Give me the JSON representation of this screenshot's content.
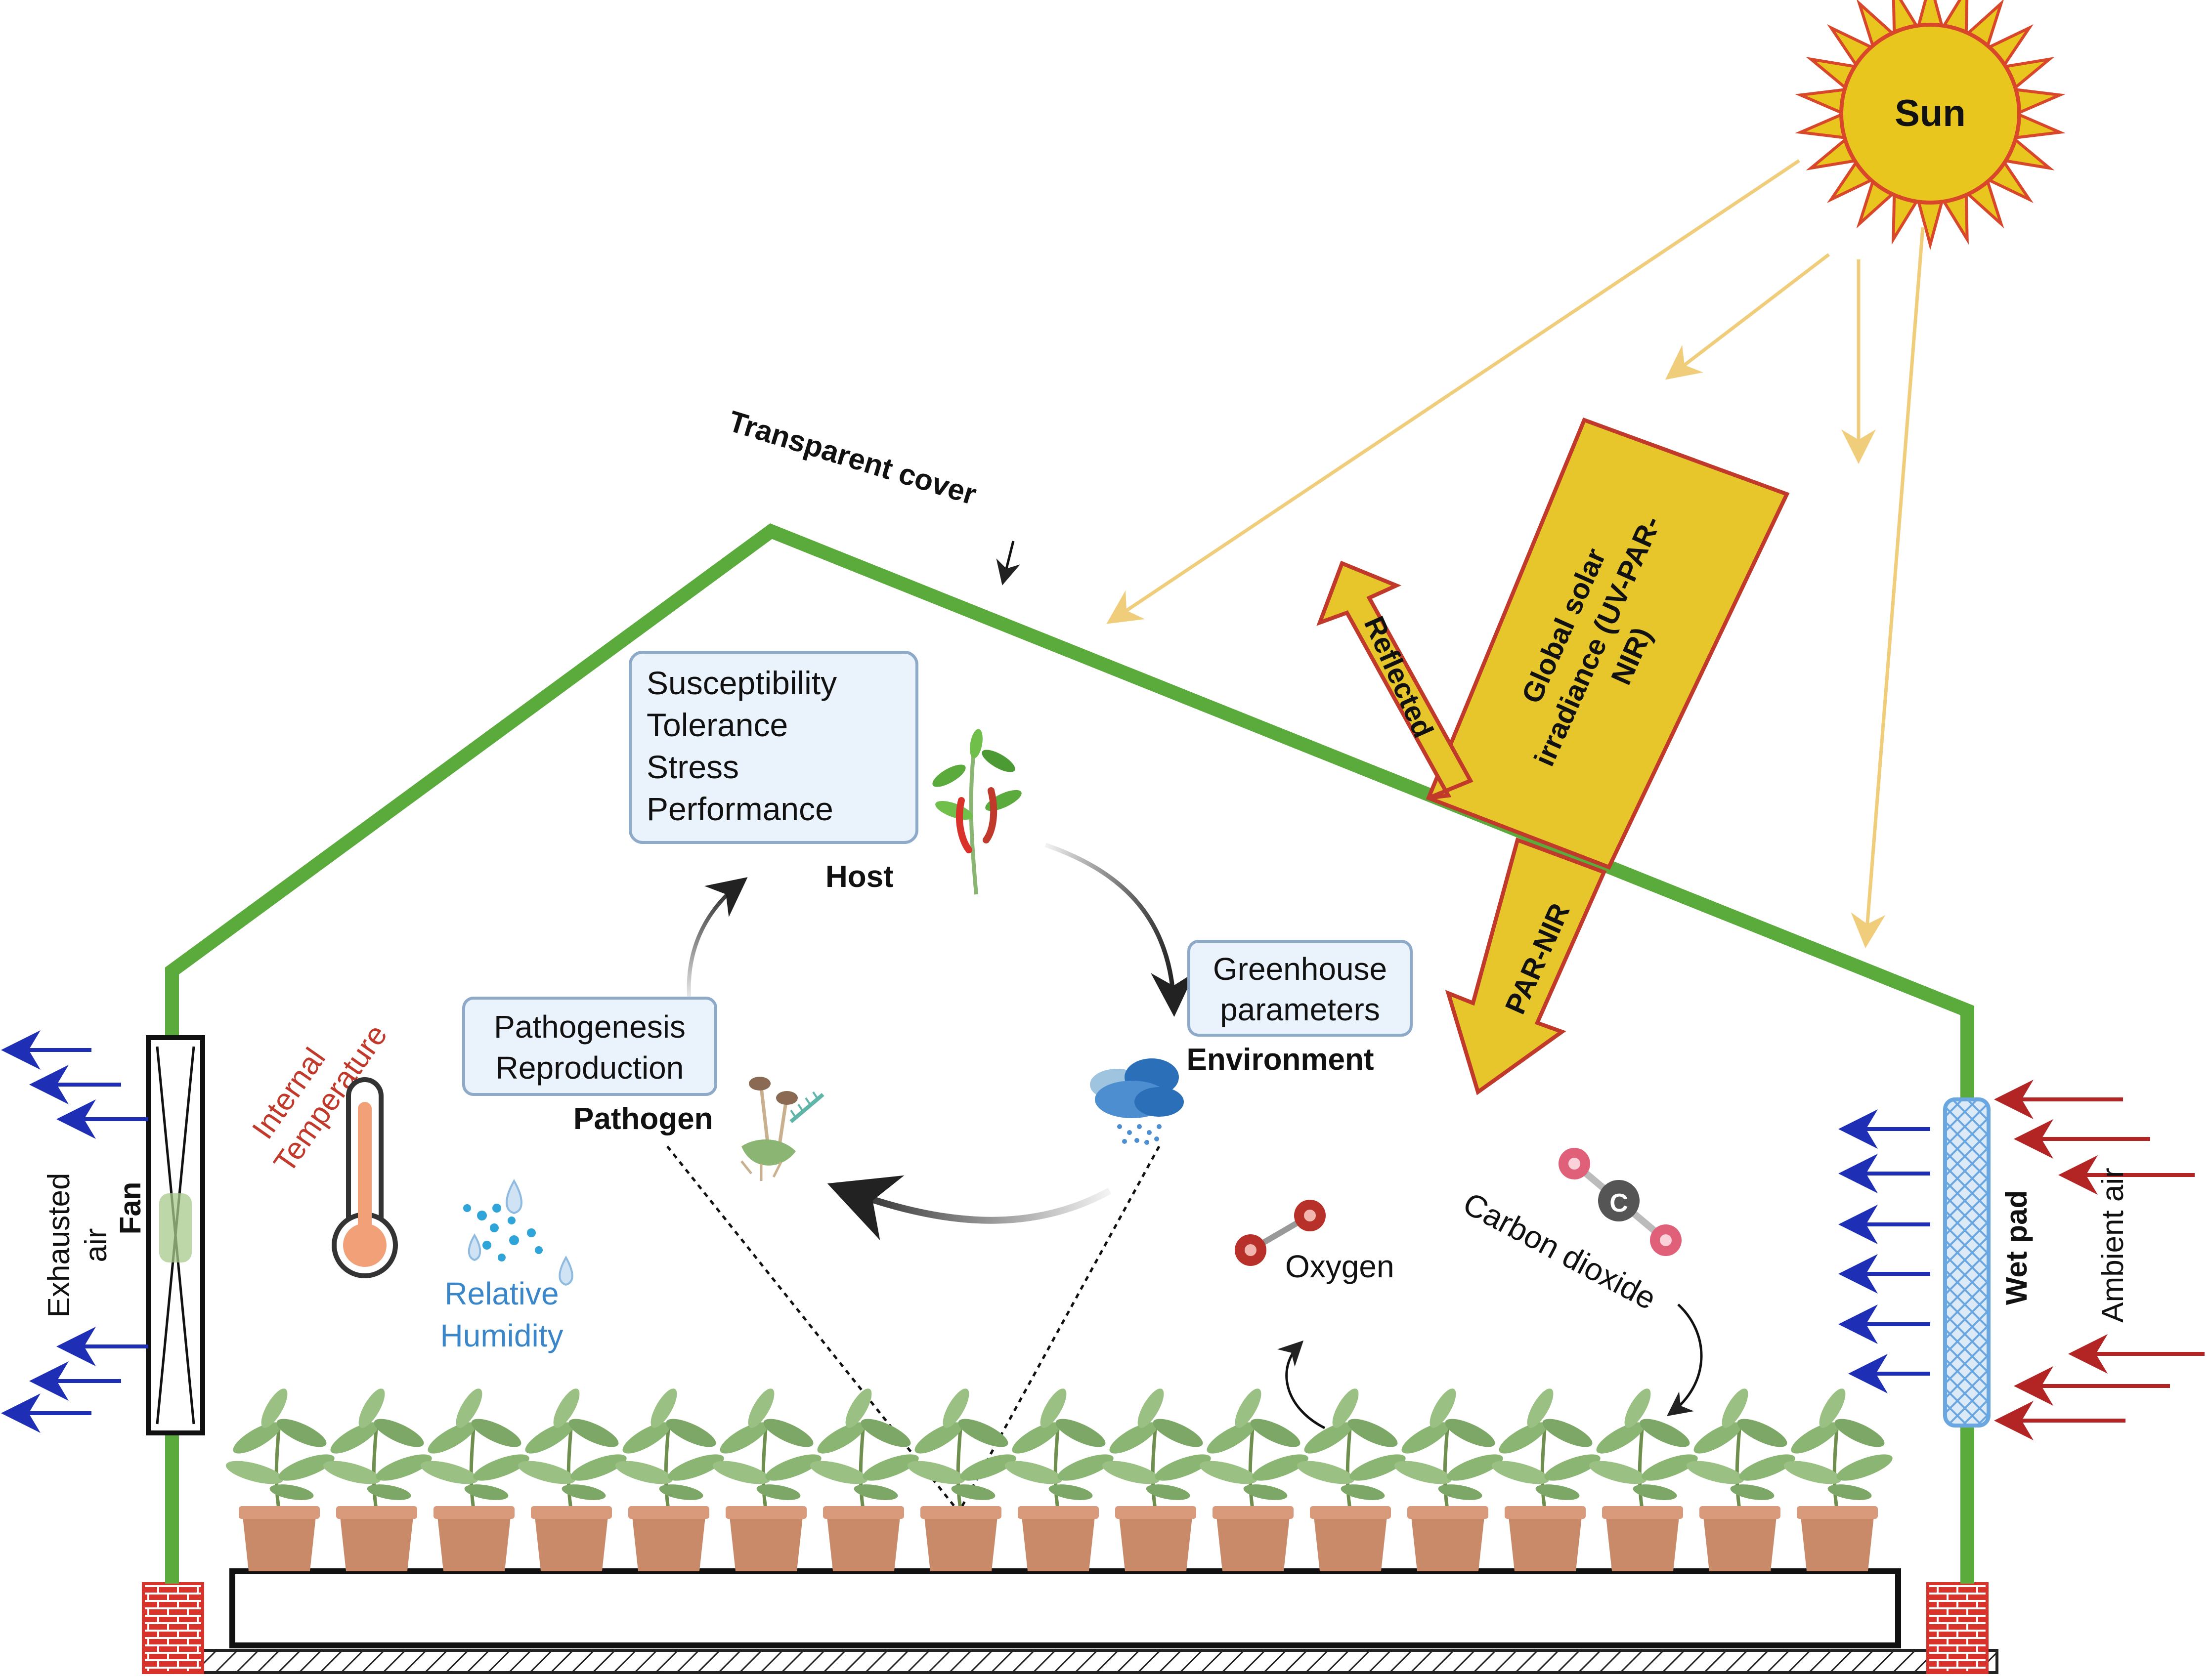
{
  "labels": {
    "sun": "Sun",
    "transparent_cover": "Transparent cover",
    "global_solar_line1": "Global solar",
    "global_solar_line2": "irradiance (UV-PAR-",
    "global_solar_line3": "NIR)",
    "reflected": "Reflected",
    "par_nir": "PAR-NIR",
    "host_box": [
      "Susceptibility",
      "Tolerance",
      "Stress",
      "Performance"
    ],
    "host": "Host",
    "greenhouse_box": [
      "Greenhouse",
      "parameters"
    ],
    "environment": "Environment",
    "pathogen_box": [
      "Pathogenesis",
      "Reproduction"
    ],
    "pathogen": "Pathogen",
    "internal_temperature_line1": "Internal",
    "internal_temperature_line2": "Temperature",
    "relative_humidity_line1": "Relative",
    "relative_humidity_line2": "Humidity",
    "oxygen": "Oxygen",
    "carbon_dioxide": "Carbon dioxide",
    "fan": "Fan",
    "exhausted_air_line1": "Exhausted",
    "exhausted_air_line2": "air",
    "wet_pad": "Wet pad",
    "ambient_air": "Ambient air",
    "co2_atom": "C"
  },
  "colors": {
    "greenhouse_frame": "#5aaa3c",
    "sun_fill": "#e8c61e",
    "sun_stroke": "#d9472b",
    "sun_rays": "#f0cd7a",
    "radiation_arrow_fill": "#e6c62a",
    "radiation_arrow_stroke": "#c0392b",
    "exhaust_arrows": "#1f2fb5",
    "ambient_arrows": "#b32424",
    "temperature_text": "#c0392b",
    "humidity_text": "#3a86c8",
    "info_box_fill": "#eaf2fb",
    "info_box_stroke": "#8fa9c8",
    "pot": "#c98a6a",
    "leaf": "#8ab573",
    "brick": "#d9322a",
    "wet_pad": "#6aa6e0"
  }
}
